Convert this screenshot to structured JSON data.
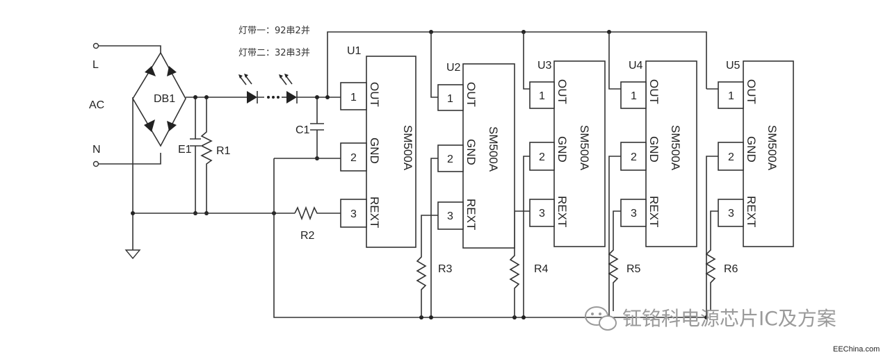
{
  "input": {
    "line": "L",
    "source": "AC",
    "neutral": "N"
  },
  "rectifier": {
    "ref": "DB1"
  },
  "components": {
    "e1": "E1",
    "r1": "R1",
    "c1": "C1",
    "r2": "R2"
  },
  "led_notes": [
    "灯带一：92串2并",
    "灯带二：32串3并"
  ],
  "ics": [
    {
      "ref": "U1",
      "part": "SM500A",
      "pins": [
        {
          "num": "1",
          "name": "OUT"
        },
        {
          "num": "2",
          "name": "GND"
        },
        {
          "num": "3",
          "name": "REXT"
        }
      ]
    },
    {
      "ref": "U2",
      "part": "SM500A",
      "pins": [
        {
          "num": "1",
          "name": "OUT"
        },
        {
          "num": "2",
          "name": "GND"
        },
        {
          "num": "3",
          "name": "REXT"
        }
      ]
    },
    {
      "ref": "U3",
      "part": "SM500A",
      "pins": [
        {
          "num": "1",
          "name": "OUT"
        },
        {
          "num": "2",
          "name": "GND"
        },
        {
          "num": "3",
          "name": "REXT"
        }
      ]
    },
    {
      "ref": "U4",
      "part": "SM500A",
      "pins": [
        {
          "num": "1",
          "name": "OUT"
        },
        {
          "num": "2",
          "name": "GND"
        },
        {
          "num": "3",
          "name": "REXT"
        }
      ]
    },
    {
      "ref": "U5",
      "part": "SM500A",
      "pins": [
        {
          "num": "1",
          "name": "OUT"
        },
        {
          "num": "2",
          "name": "GND"
        },
        {
          "num": "3",
          "name": "REXT"
        }
      ]
    }
  ],
  "rext_resistors": [
    "R3",
    "R4",
    "R5",
    "R6"
  ],
  "watermark": {
    "text": "钲铭科电源芯片IC及方案",
    "site": "EEChina.com"
  }
}
